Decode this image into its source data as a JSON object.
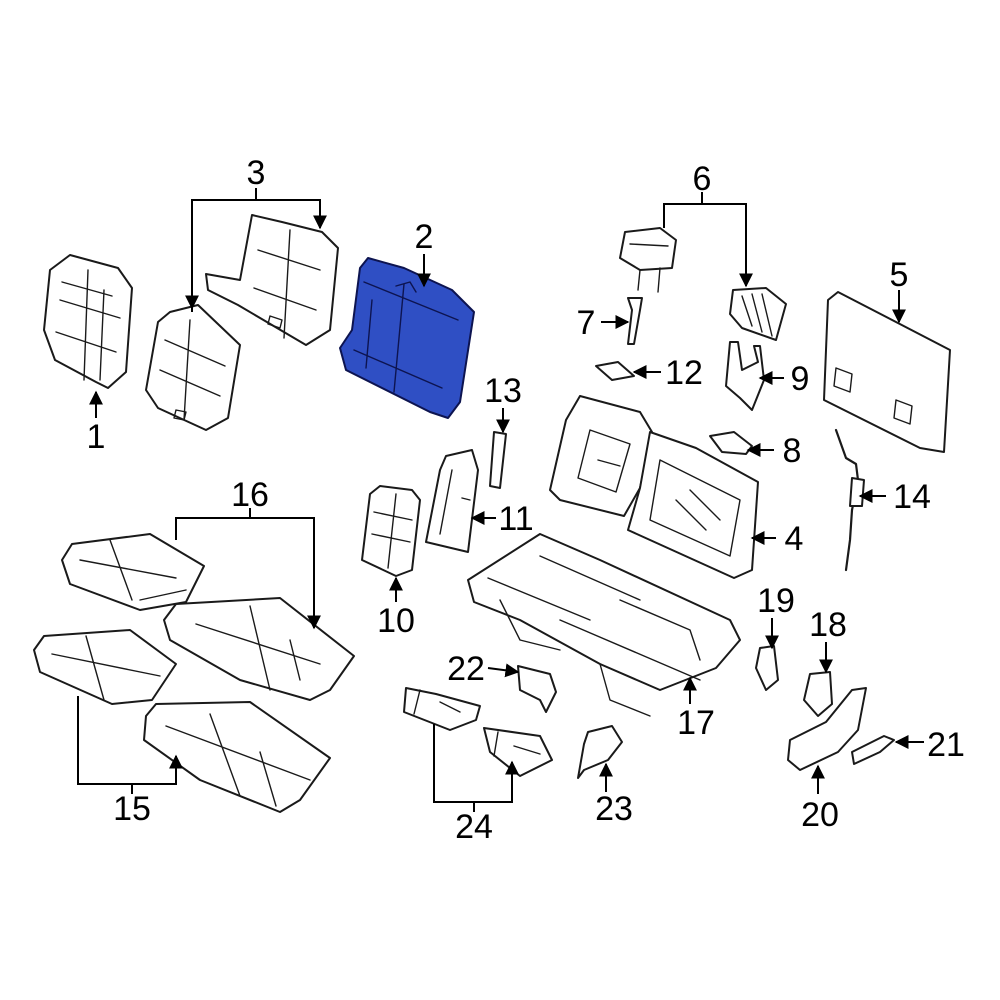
{
  "highlight_color": "#2f4fc4",
  "highlighted_part": "2",
  "callouts": {
    "c1": "1",
    "c2": "2",
    "c3": "3",
    "c4": "4",
    "c5": "5",
    "c6": "6",
    "c7": "7",
    "c8": "8",
    "c9": "9",
    "c10": "10",
    "c11": "11",
    "c12": "12",
    "c13": "13",
    "c14": "14",
    "c15": "15",
    "c16": "16",
    "c17": "17",
    "c18": "18",
    "c19": "19",
    "c20": "20",
    "c21": "21",
    "c22": "22",
    "c23": "23",
    "c24": "24"
  }
}
